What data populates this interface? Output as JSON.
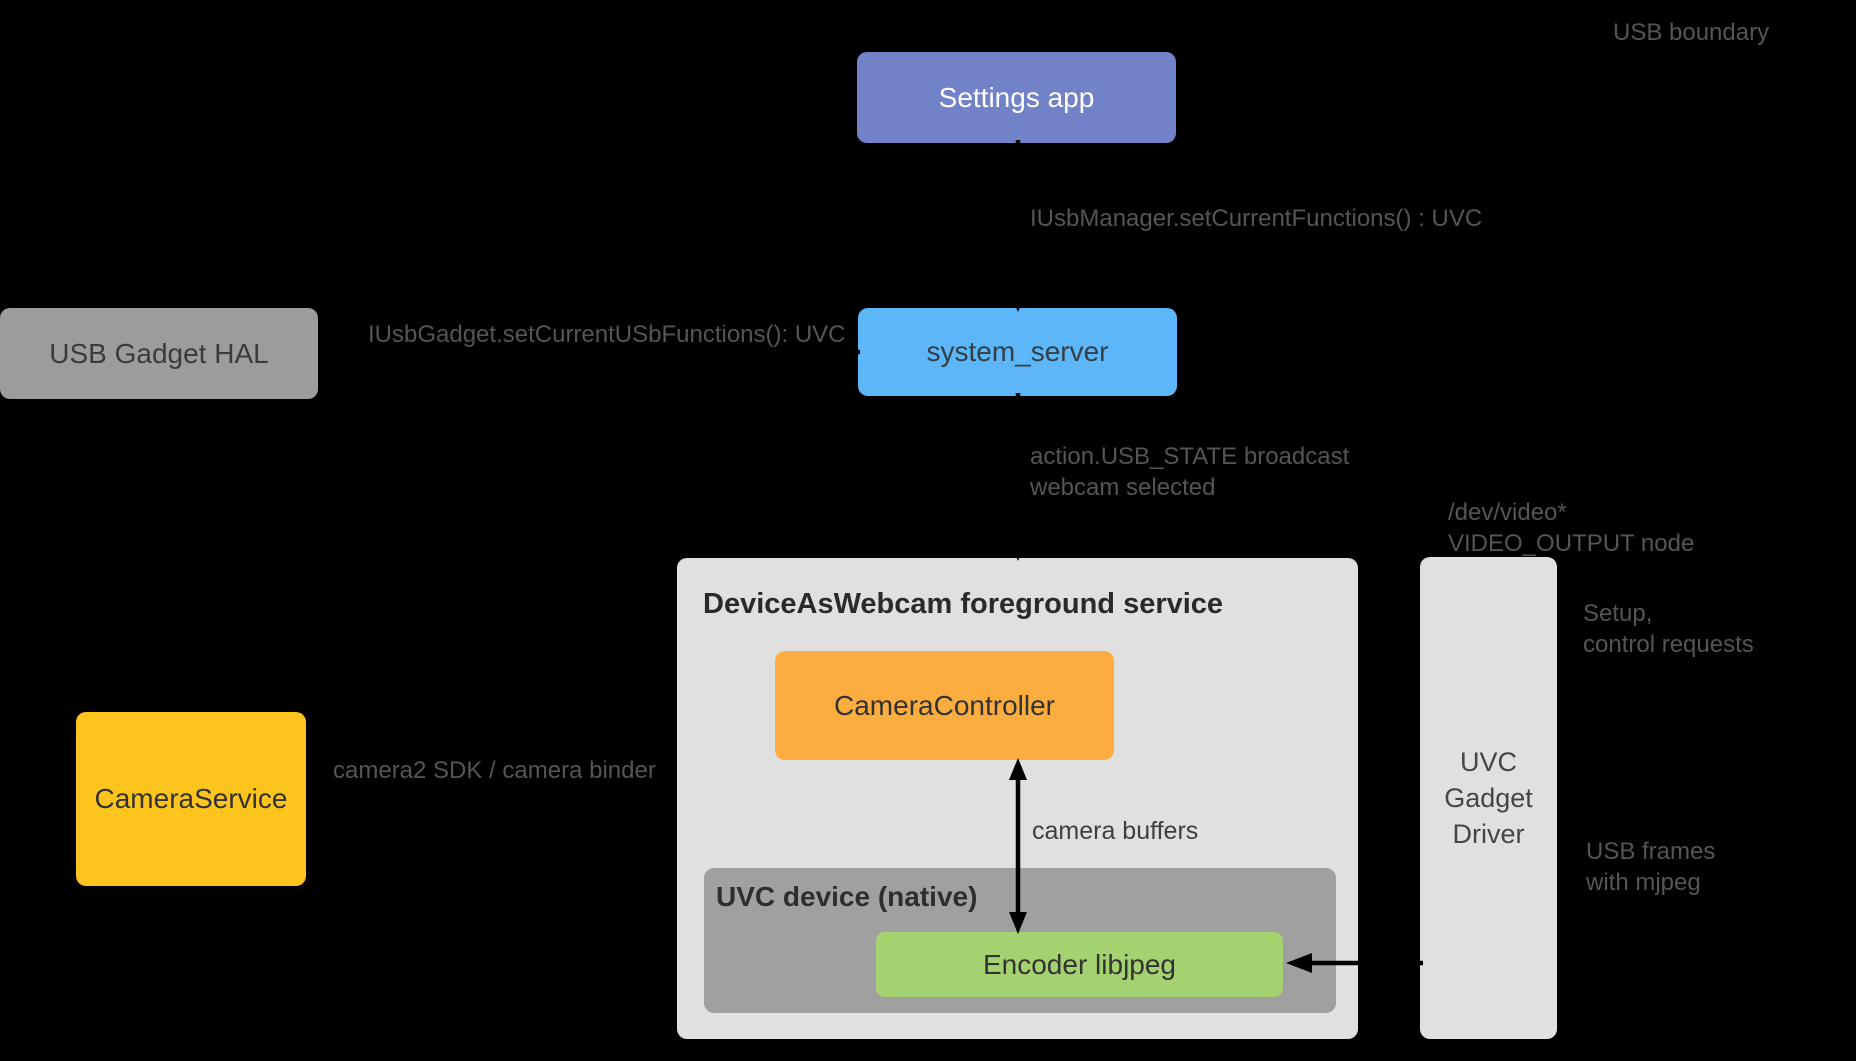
{
  "canvas": {
    "background": "#000000",
    "description": "DeviceAsWebcam architecture block diagram on black background"
  },
  "boxes": {
    "settings_app": {
      "label": "Settings app",
      "fill": "#7282C8",
      "text_color": "#FFFFFF"
    },
    "system_server": {
      "label": "system_server",
      "fill": "#5CB6F7",
      "text_color": "#333F48"
    },
    "usb_gadget_hal": {
      "label": "USB Gadget HAL",
      "fill": "#9C9C9C",
      "text_color": "#3B3B3B"
    },
    "camera_service": {
      "label": "CameraService",
      "fill": "#FCC41D",
      "text_color": "#333333"
    },
    "dawc_container": {
      "title": "DeviceAsWebcam foreground service",
      "fill": "#E0E0E0",
      "title_color": "#2A2A2A"
    },
    "camera_controller": {
      "label": "CameraController",
      "fill": "#FBAD3F",
      "text_color": "#333333"
    },
    "uvc_device_container": {
      "title": "UVC device (native)",
      "fill": "#A0A0A0",
      "title_color": "#2E2E2E"
    },
    "encoder": {
      "label": "Encoder libjpeg",
      "fill": "#A5D271",
      "text_color": "#333333"
    },
    "uvc_gadget_driver": {
      "line1": "UVC",
      "line2": "Gadget",
      "line3": "Driver",
      "fill": "#E0E0E0",
      "text_color": "#454545"
    }
  },
  "labels": {
    "color": "#555555",
    "on_container_color": "#3E3E3E",
    "usb_boundary": {
      "text": "USB boundary"
    },
    "iusbmanager": {
      "text": "IUsbManager.setCurrentFunctions() : UVC"
    },
    "iusbgadget": {
      "text": "IUsbGadget.setCurrentUSbFunctions(): UVC"
    },
    "usb_state": {
      "line1": "action.USB_STATE broadcast",
      "line2": "webcam selected"
    },
    "dev_video": {
      "line1": "/dev/video*",
      "line2": "VIDEO_OUTPUT node"
    },
    "setup_control": {
      "line1": "Setup,",
      "line2": "control requests"
    },
    "camera2_sdk": {
      "text": "camera2 SDK / camera binder"
    },
    "camera_buffers": {
      "text": "camera buffers"
    },
    "usb_frames": {
      "line1": "USB frames",
      "line2": "with mjpeg"
    }
  },
  "arrows": {
    "color": "#000000",
    "items": [
      "settings-app to system_server (down)",
      "system_server to DeviceAsWebcam container (down)",
      "system_server to USB Gadget HAL (left)",
      "CameraService to DeviceAsWebcam container (line)",
      "CameraController to Encoder libjpeg camera buffers (double-headed vertical)",
      "UVC Gadget Driver to Encoder libjpeg (left)"
    ]
  }
}
